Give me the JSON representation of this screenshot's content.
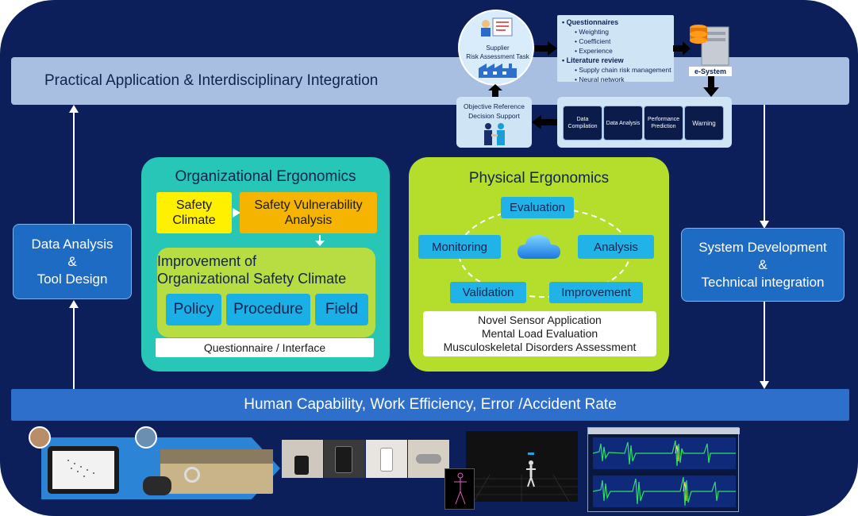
{
  "colors": {
    "background": "#0c1f5a",
    "top_band": "#a9bfe2",
    "bottom_band": "#2f6fcc",
    "side_box": "#1e6bc4",
    "org_panel": "#27c6b6",
    "phy_panel": "#b5dd2c",
    "node": "#21b3e8"
  },
  "top_band": {
    "label": "Practical Application & Interdisciplinary Integration"
  },
  "bottom_band": {
    "label": "Human Capability, Work Efficiency, Error /Accident Rate"
  },
  "left_box": {
    "lines": [
      "Data Analysis",
      "&",
      "Tool Design"
    ]
  },
  "right_box": {
    "lines": [
      "System Development",
      "&",
      "Technical integration"
    ]
  },
  "org": {
    "title": "Organizational Ergonomics",
    "safety_climate": [
      "Safety",
      "Climate"
    ],
    "vulnerability": [
      "Safety Vulnerability",
      "Analysis"
    ],
    "improvement_title": [
      "Improvement of",
      "Organizational Safety Climate"
    ],
    "chips": [
      "Policy",
      "Procedure",
      "Field"
    ],
    "footer": "Questionnaire / Interface"
  },
  "phy": {
    "title": "Physical Ergonomics",
    "nodes": {
      "evaluation": "Evaluation",
      "monitoring": "Monitoring",
      "analysis": "Analysis",
      "validation": "Validation",
      "improvement": "Improvement"
    },
    "notes": [
      "Novel Sensor Application",
      "Mental Load Evaluation",
      "Musculoskeletal Disorders Assessment"
    ]
  },
  "esystem": {
    "supplier_task": [
      "Supplier",
      "Risk Assessment Task"
    ],
    "questionnaires": "Questionnaires",
    "questionnaire_items": [
      "Weighting",
      "Coefficient",
      "Experience"
    ],
    "literature": "Literature review",
    "literature_items": [
      "Supply chain risk management",
      "Neural network"
    ],
    "server_label": "e-System",
    "steps": [
      "Data Compilation",
      "Data Analysis",
      "Performance Prediction",
      "Warning"
    ],
    "decision_support": [
      "Objective Reference",
      "Decision Support"
    ]
  },
  "icons": [
    "cloud-icon",
    "server-icon",
    "factory-icon",
    "handshake-icon",
    "checklist-icon",
    "arrow-icon"
  ]
}
